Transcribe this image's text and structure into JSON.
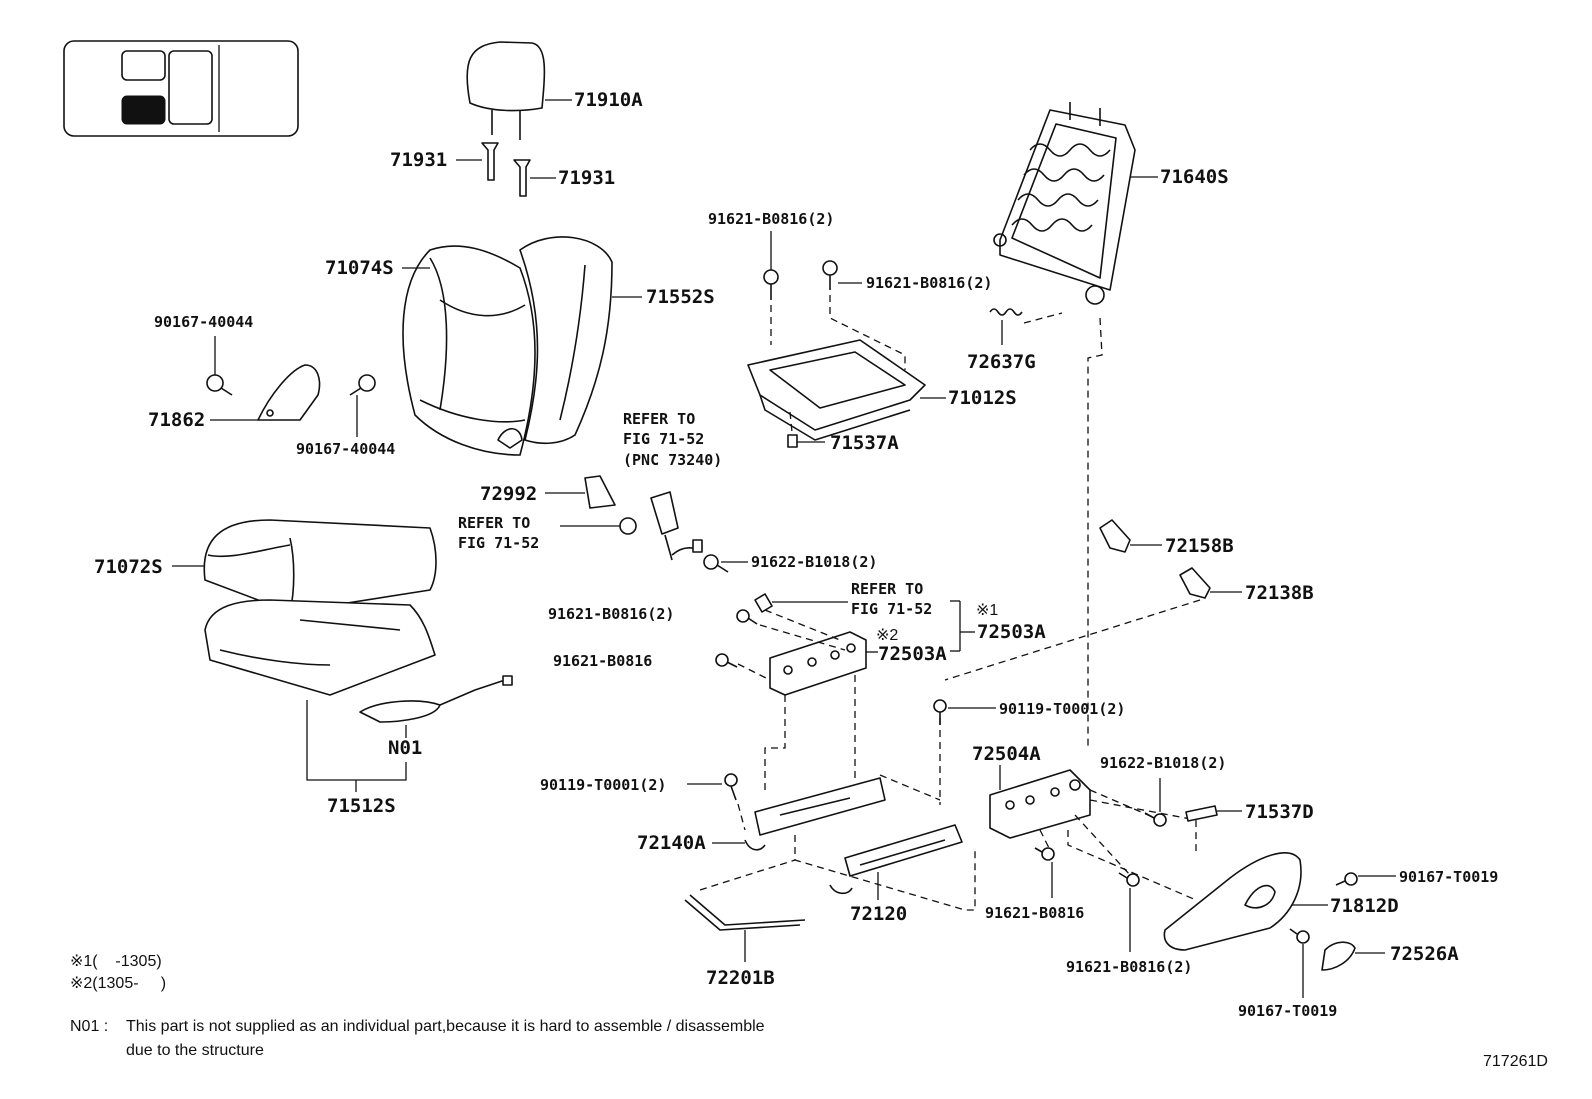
{
  "diagram": {
    "figure_code": "717261D",
    "labels": {
      "p71910A": "71910A",
      "p71931a": "71931",
      "p71931b": "71931",
      "p71640S": "71640S",
      "p91621_b0816_2_top": "91621-B0816(2)",
      "p91621_b0816_2_right": "91621-B0816(2)",
      "p71074S": "71074S",
      "p71552S": "71552S",
      "p90167_40044_a": "90167-40044",
      "p90167_40044_b": "90167-40044",
      "p71862": "71862",
      "p72637G": "72637G",
      "p71012S": "71012S",
      "p71537A": "71537A",
      "p72992": "72992",
      "p71072S": "71072S",
      "p91622_b1018_2_a": "91622-B1018(2)",
      "p72158B": "72158B",
      "p72138B": "72138B",
      "p91621_b0816_2_mid": "91621-B0816(2)",
      "p91621_b0816_mid": "91621-B0816",
      "p72503A_1": "72503A",
      "p72503A_2": "72503A",
      "p90119_t0001_2_a": "90119-T0001(2)",
      "p90119_t0001_2_b": "90119-T0001(2)",
      "p72504A": "72504A",
      "p91622_b1018_2_b": "91622-B1018(2)",
      "p71537D": "71537D",
      "pN01": "N01",
      "p71512S": "71512S",
      "p72140A": "72140A",
      "p72120": "72120",
      "p91621_b0816_low": "91621-B0816",
      "p91621_b0816_2_low": "91621-B0816(2)",
      "p90167_t0019_a": "90167-T0019",
      "p90167_t0019_b": "90167-T0019",
      "p71812D": "71812D",
      "p72526A": "72526A",
      "p72201B": "72201B"
    },
    "refer_notes": {
      "r1_line1": "REFER TO",
      "r1_line2": "FIG 71-52",
      "r1_line3": "(PNC 73240)",
      "r2_line1": "REFER TO",
      "r2_line2": "FIG 71-52",
      "r3_line1": "REFER TO",
      "r3_line2": "FIG 71-52"
    },
    "markers": {
      "m1": "※1",
      "m2": "※2"
    },
    "footnotes": {
      "fn1": "※1(    -1305)",
      "fn2": "※2(1305-     )",
      "n01_key": "N01 :",
      "n01_text_1": "This part is not supplied as an individual part,because it is hard to assemble / disassemble",
      "n01_text_2": "due to the structure"
    }
  }
}
